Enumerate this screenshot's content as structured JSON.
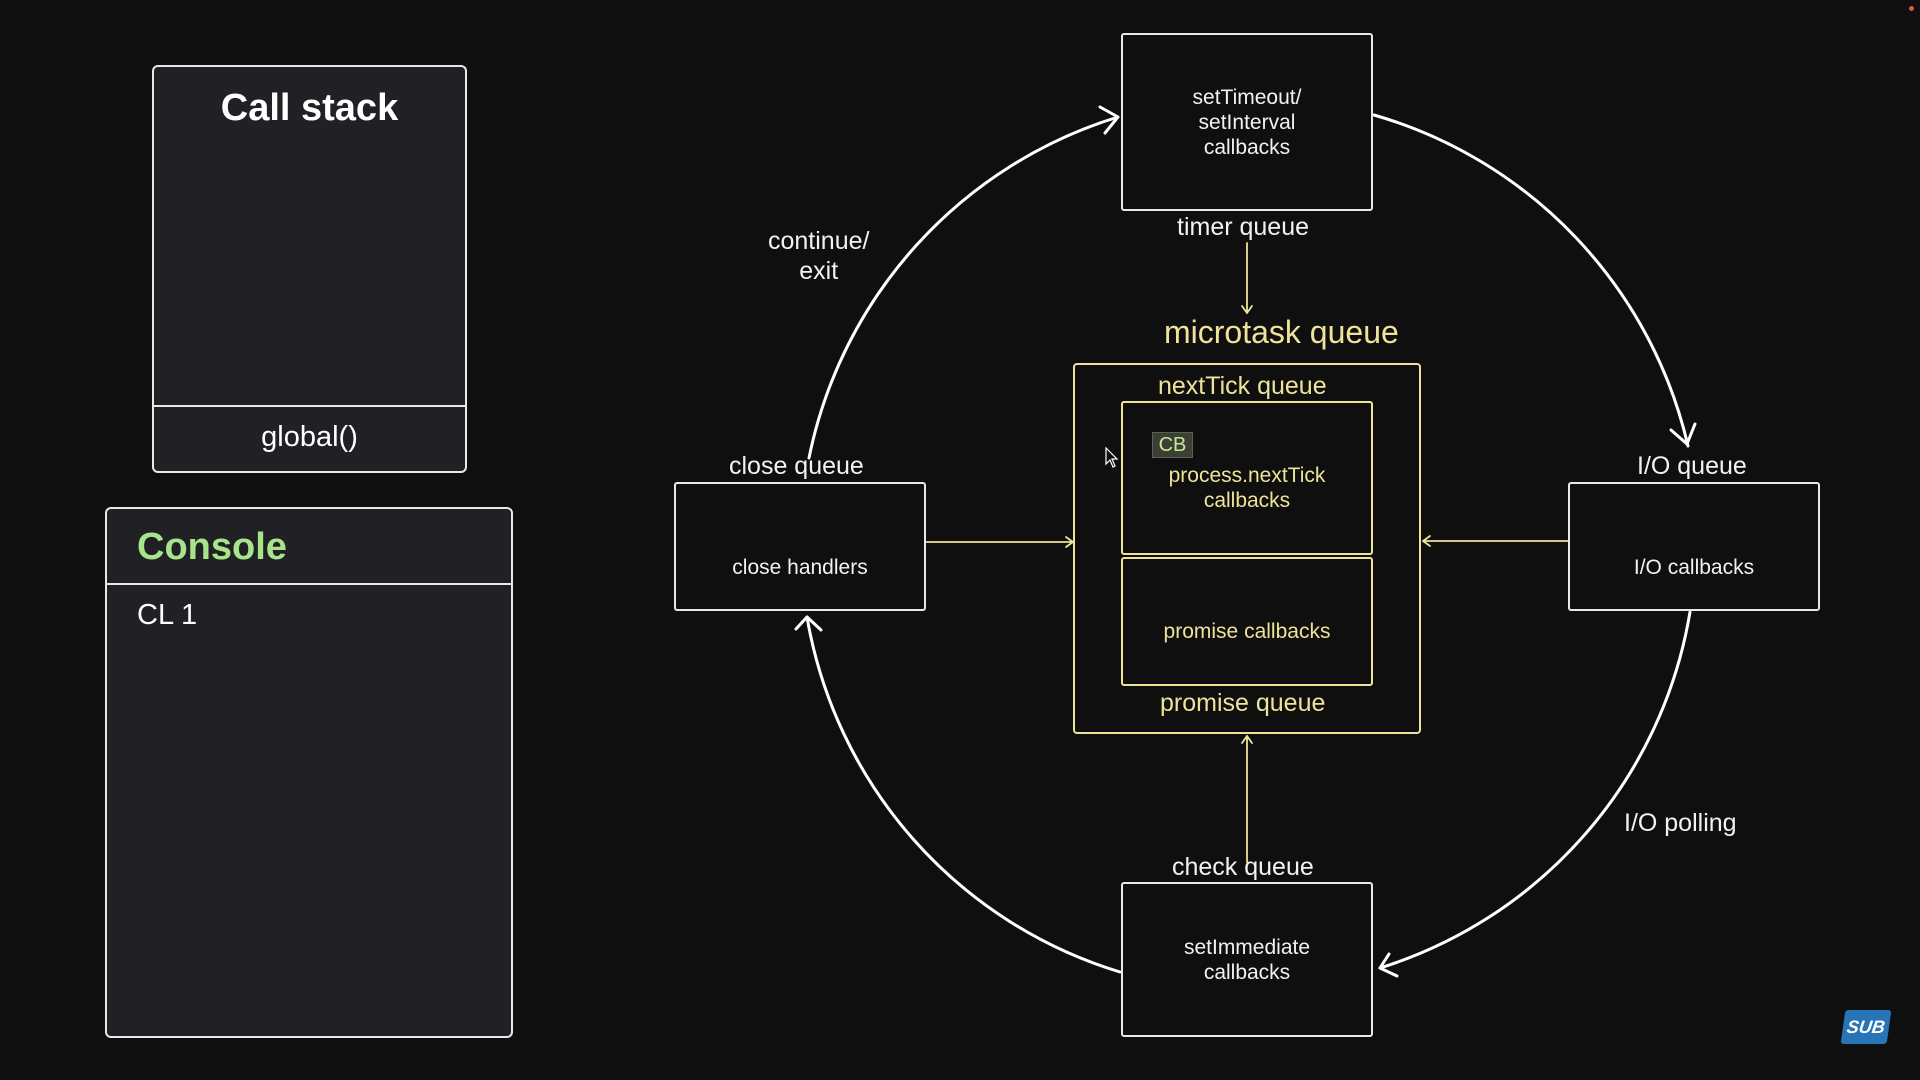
{
  "call_stack": {
    "title": "Call stack",
    "frames": [
      "global()"
    ]
  },
  "console": {
    "title": "Console",
    "lines": [
      "CL 1"
    ]
  },
  "event_loop": {
    "timer": {
      "label": "timer queue",
      "box": "setTimeout/\nsetInterval\ncallbacks"
    },
    "io": {
      "label": "I/O queue",
      "box": "I/O callbacks"
    },
    "check": {
      "label": "check queue",
      "box": "setImmediate\ncallbacks"
    },
    "close": {
      "label": "close queue",
      "box": "close handlers"
    },
    "arc_labels": {
      "continue_exit": "continue/\nexit",
      "io_polling": "I/O polling"
    }
  },
  "microtask": {
    "title": "microtask queue",
    "next_tick": {
      "label": "nextTick queue",
      "box": "process.nextTick\ncallbacks",
      "badge": "CB"
    },
    "promise": {
      "label": "promise queue",
      "box": "promise callbacks"
    }
  },
  "logo": "SUB",
  "colors": {
    "background": "#0f0f0f",
    "panel": "#212125",
    "accent_green": "#a6e58a",
    "microtask_yellow": "#eee39a",
    "stroke": "#ffffff"
  }
}
